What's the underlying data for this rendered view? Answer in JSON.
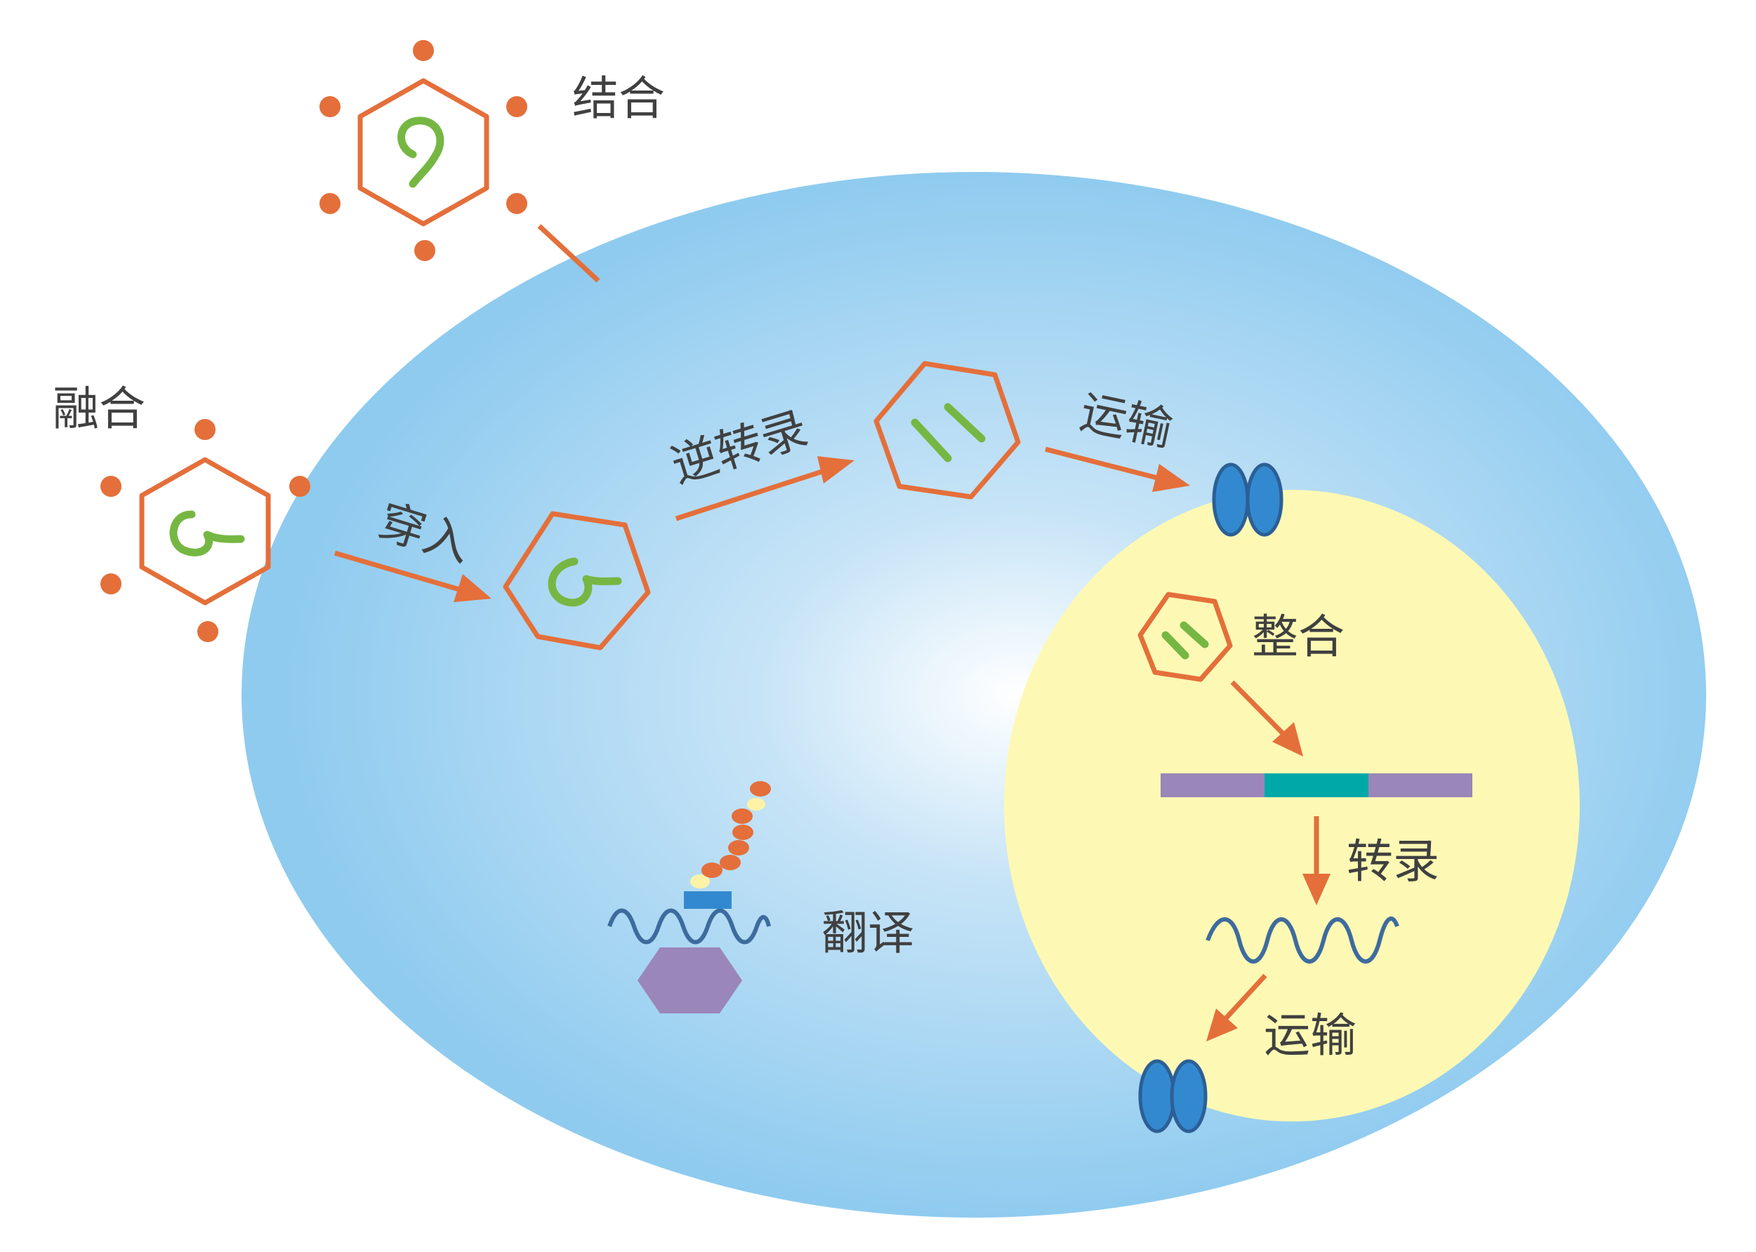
{
  "colors": {
    "virus_orange": "#e46f3a",
    "rna_green": "#76b743",
    "cell_blue": "#8fcbef",
    "nucleus_yellow": "#fdf9b4",
    "pore_blue": "#3389cf",
    "dna_purple": "#9a86b8",
    "dna_teal": "#00a9a8",
    "ribosome_purple": "#9a86b8"
  },
  "labels": {
    "binding": "结合",
    "fusion": "融合",
    "entry": "穿入",
    "reverse_transcription": "逆转录",
    "transport_1": "运输",
    "integration": "整合",
    "transcription": "转录",
    "transport_2": "运输",
    "translation": "翻译"
  },
  "icons": {
    "virus": "hexagon-virus-icon",
    "rna": "rna-coil-icon",
    "nuclear_pore": "nuclear-pore-icon",
    "ribosome": "ribosome-icon"
  }
}
